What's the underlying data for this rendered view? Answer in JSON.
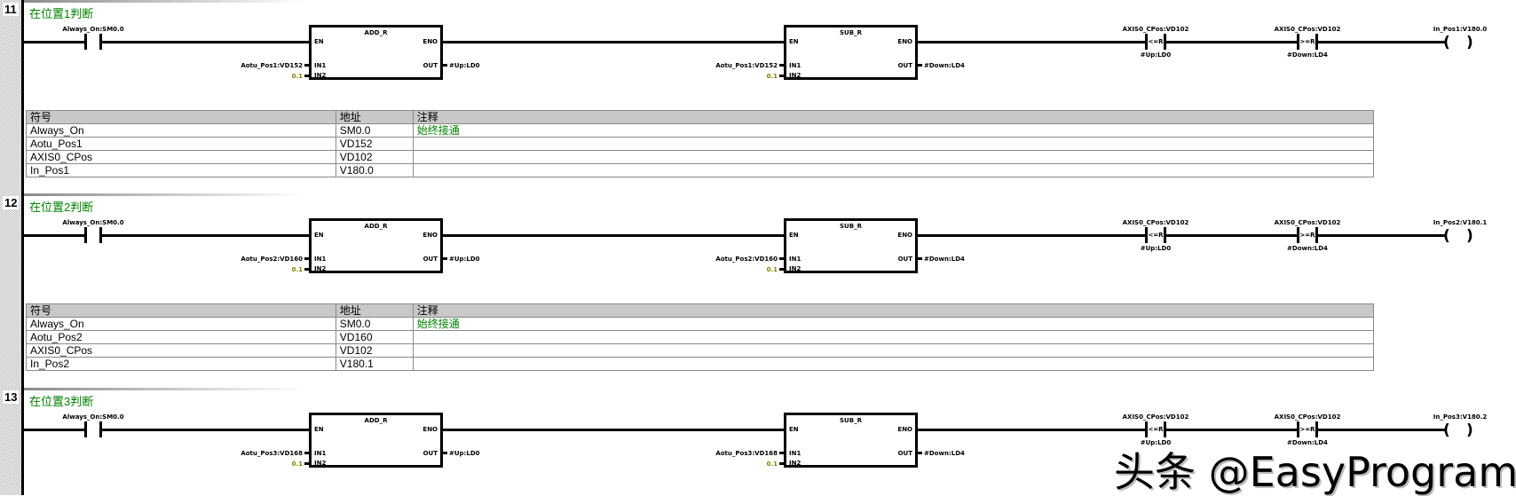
{
  "rungs": [
    {
      "number": "11",
      "title": "在位置1判断",
      "contact": {
        "label": "Always_On:SM0.0"
      },
      "add": {
        "title": "ADD_R",
        "en": "EN",
        "eno": "ENO",
        "in1_pin": "IN1",
        "in2_pin": "IN2",
        "out_pin": "OUT",
        "in1": "Aotu_Pos1:VD152",
        "in2": "0.1",
        "out": "#Up:LD0"
      },
      "sub": {
        "title": "SUB_R",
        "en": "EN",
        "eno": "ENO",
        "in1_pin": "IN1",
        "in2_pin": "IN2",
        "out_pin": "OUT",
        "in1": "Aotu_Pos1:VD152",
        "in2": "0.1",
        "out": "#Down:LD4"
      },
      "cmp1": {
        "top": "AXIS0_CPos:VD102",
        "op": "<=R",
        "bottom": "#Up:LD0"
      },
      "cmp2": {
        "top": "AXIS0_CPos:VD102",
        "op": ">=R",
        "bottom": "#Down:LD4"
      },
      "coil": {
        "label": "In_Pos1:V180.0"
      },
      "table": {
        "headers": [
          "符号",
          "地址",
          "注释"
        ],
        "rows": [
          [
            "Always_On",
            "SM0.0",
            "始终接通"
          ],
          [
            "Aotu_Pos1",
            "VD152",
            ""
          ],
          [
            "AXIS0_CPos",
            "VD102",
            ""
          ],
          [
            "In_Pos1",
            "V180.0",
            ""
          ]
        ]
      }
    },
    {
      "number": "12",
      "title": "在位置2判断",
      "contact": {
        "label": "Always_On:SM0.0"
      },
      "add": {
        "title": "ADD_R",
        "en": "EN",
        "eno": "ENO",
        "in1_pin": "IN1",
        "in2_pin": "IN2",
        "out_pin": "OUT",
        "in1": "Aotu_Pos2:VD160",
        "in2": "0.1",
        "out": "#Up:LD0"
      },
      "sub": {
        "title": "SUB_R",
        "en": "EN",
        "eno": "ENO",
        "in1_pin": "IN1",
        "in2_pin": "IN2",
        "out_pin": "OUT",
        "in1": "Aotu_Pos2:VD160",
        "in2": "0.1",
        "out": "#Down:LD4"
      },
      "cmp1": {
        "top": "AXIS0_CPos:VD102",
        "op": "<=R",
        "bottom": "#Up:LD0"
      },
      "cmp2": {
        "top": "AXIS0_CPos:VD102",
        "op": ">=R",
        "bottom": "#Down:LD4"
      },
      "coil": {
        "label": "In_Pos2:V180.1"
      },
      "table": {
        "headers": [
          "符号",
          "地址",
          "注释"
        ],
        "rows": [
          [
            "Always_On",
            "SM0.0",
            "始终接通"
          ],
          [
            "Aotu_Pos2",
            "VD160",
            ""
          ],
          [
            "AXIS0_CPos",
            "VD102",
            ""
          ],
          [
            "In_Pos2",
            "V180.1",
            ""
          ]
        ]
      }
    },
    {
      "number": "13",
      "title": "在位置3判断",
      "contact": {
        "label": "Always_On:SM0.0"
      },
      "add": {
        "title": "ADD_R",
        "en": "EN",
        "eno": "ENO",
        "in1_pin": "IN1",
        "in2_pin": "IN2",
        "out_pin": "OUT",
        "in1": "Aotu_Pos3:VD168",
        "in2": "0.1",
        "out": "#Up:LD0"
      },
      "sub": {
        "title": "SUB_R",
        "en": "EN",
        "eno": "ENO",
        "in1_pin": "IN1",
        "in2_pin": "IN2",
        "out_pin": "OUT",
        "in1": "Aotu_Pos3:VD168",
        "in2": "0.1",
        "out": "#Down:LD4"
      },
      "cmp1": {
        "top": "AXIS0_CPos:VD102",
        "op": "<=R",
        "bottom": "#Up:LD0"
      },
      "cmp2": {
        "top": "AXIS0_CPos:VD102",
        "op": ">=R",
        "bottom": "#Down:LD4"
      },
      "coil": {
        "label": "In_Pos3:V180.2"
      },
      "table": null
    }
  ],
  "watermark": "头条 @EasyProgram"
}
